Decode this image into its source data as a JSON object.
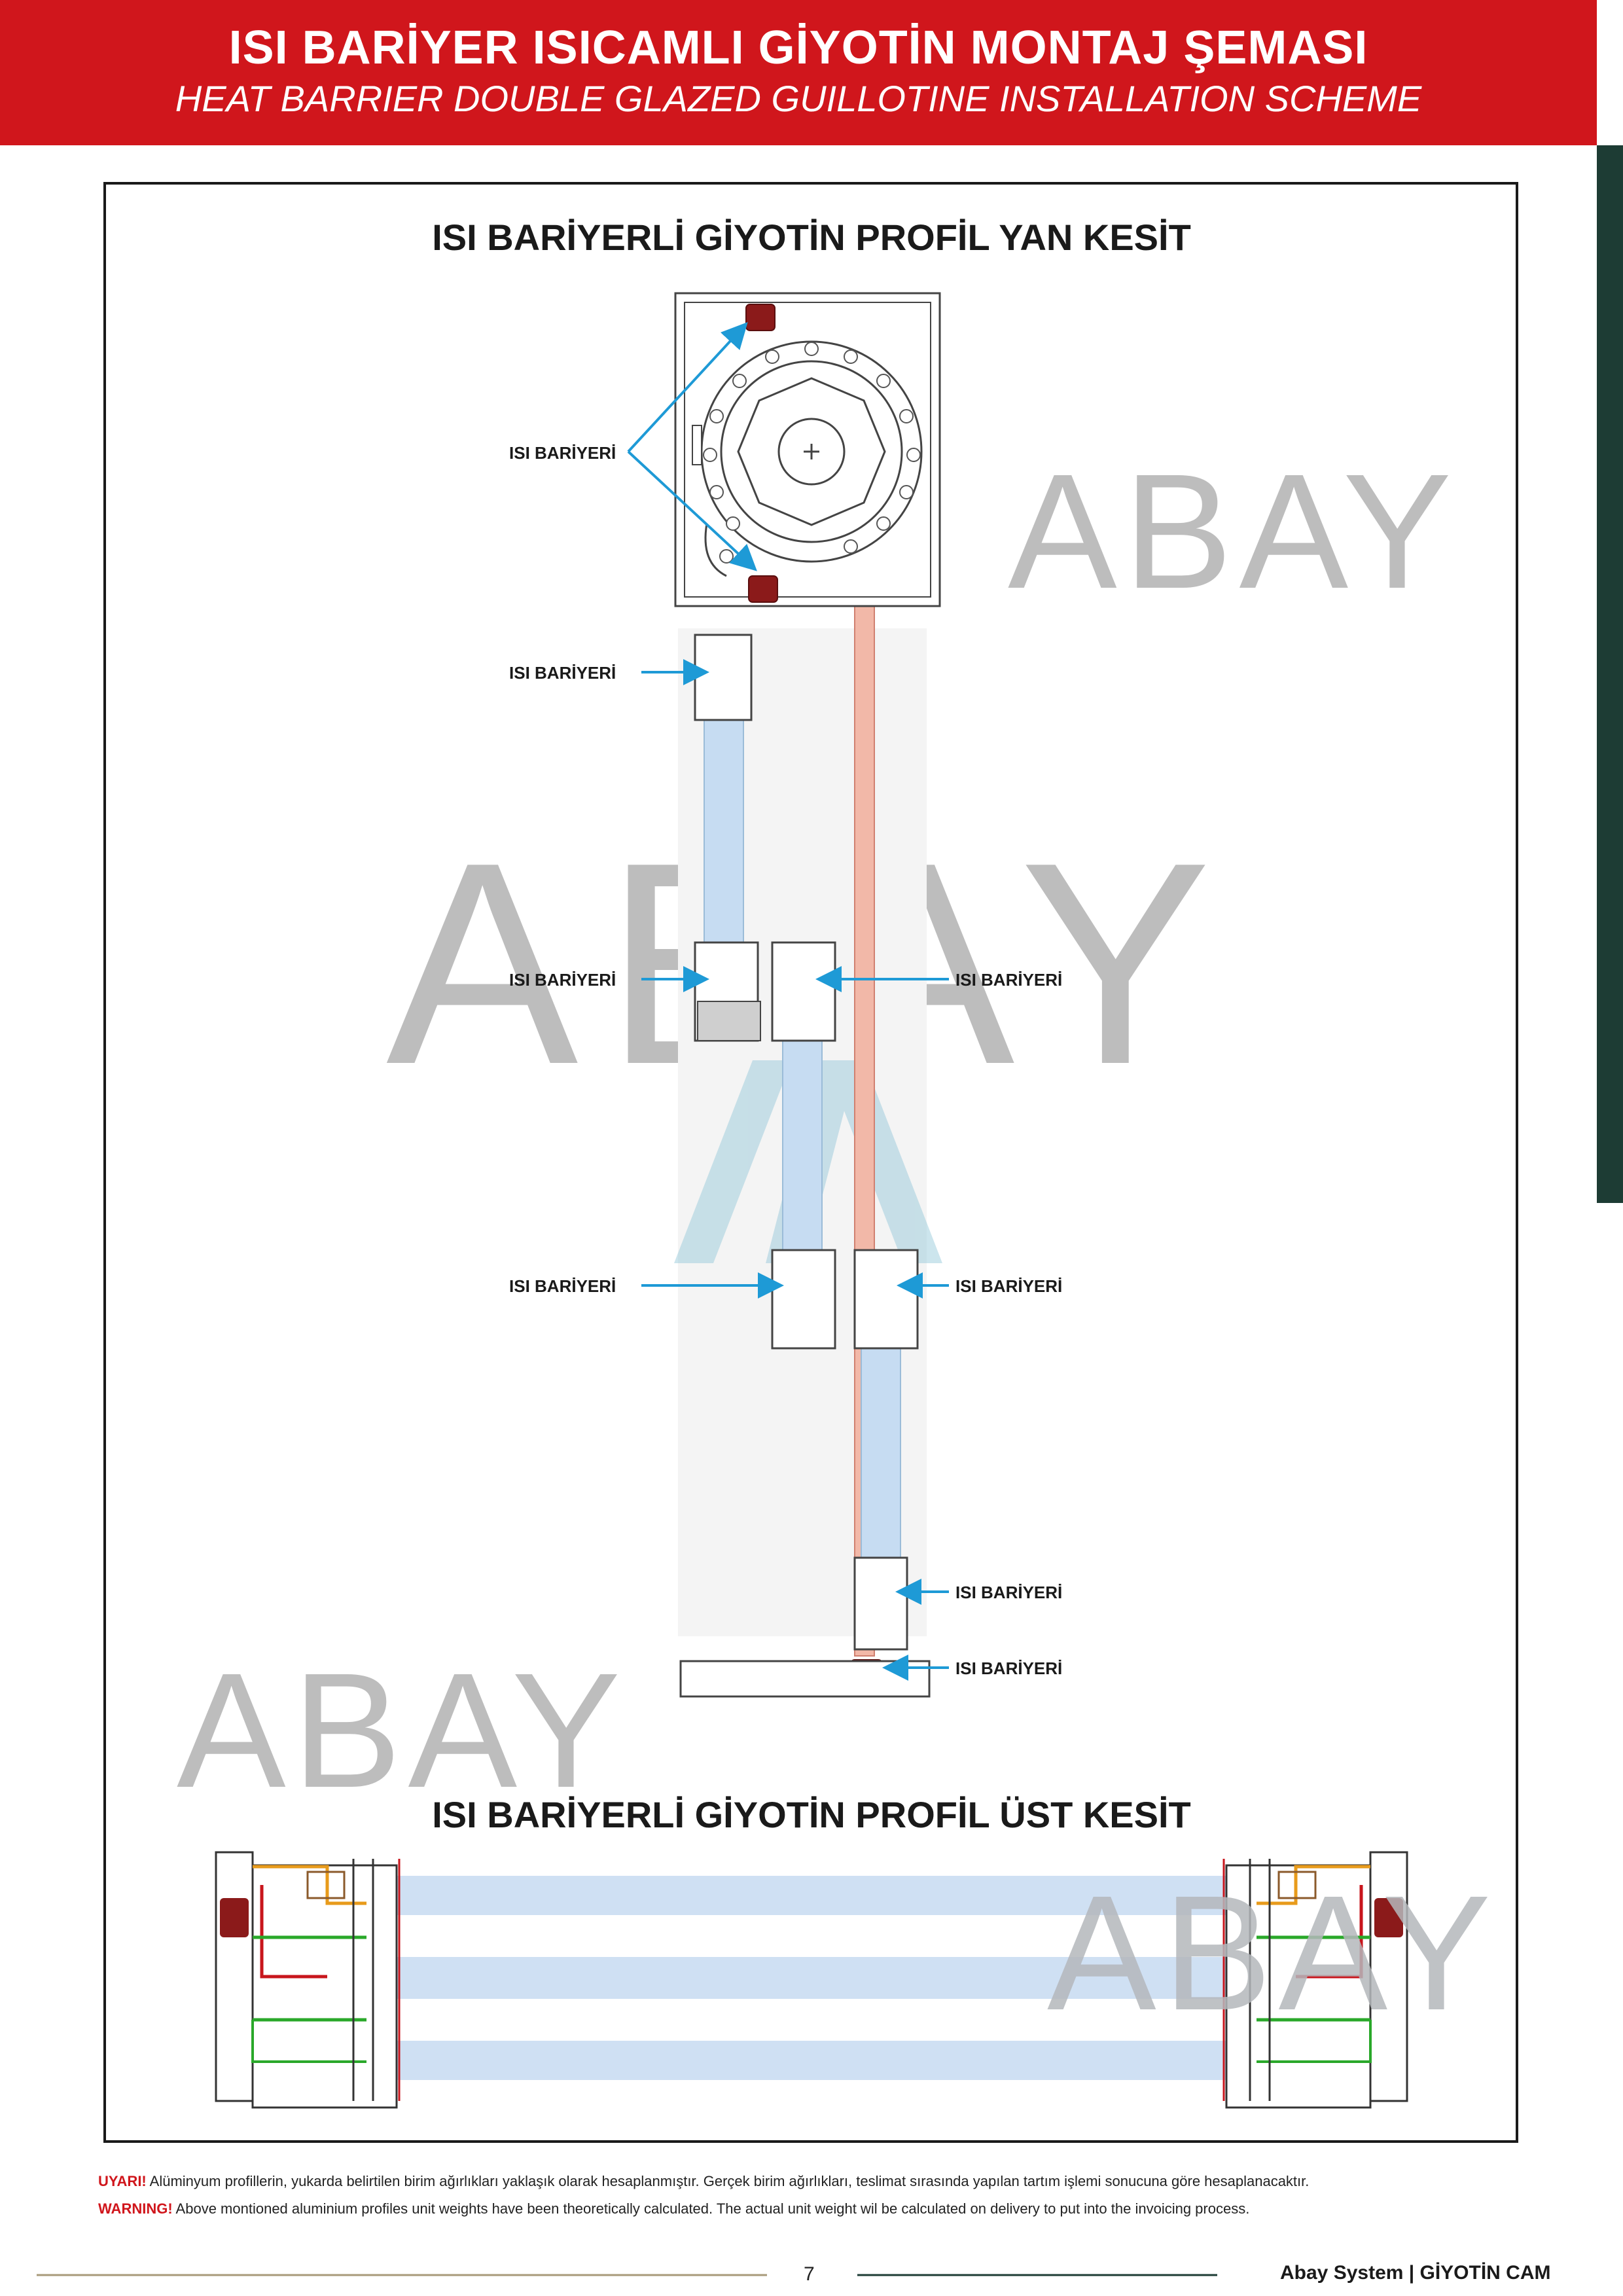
{
  "header": {
    "title_tr": "ISI BARİYER ISICAMLI GİYOTİN MONTAJ ŞEMASI",
    "title_en": "HEAT BARRIER DOUBLE GLAZED GUILLOTINE INSTALLATION SCHEME"
  },
  "sections": {
    "side_title": "ISI BARİYERLİ GİYOTİN PROFİL YAN KESİT",
    "top_title": "ISI BARİYERLİ GİYOTİN PROFİL ÜST KESİT"
  },
  "watermark": "ABAY",
  "callout_label": "ISI BARİYERİ",
  "notes": {
    "warning_tr_label": "UYARI!",
    "warning_tr_text": " Alüminyum profillerin, yukarda belirtilen birim ağırlıkları yaklaşık olarak hesaplanmıştır. Gerçek birim ağırlıkları, teslimat sırasında yapılan tartım işlemi sonucuna göre hesaplanacaktır.",
    "warning_en_label": "WARNING!",
    "warning_en_text": " Above montioned aluminium profiles unit weights have been theoretically calculated. The actual unit weight wil be calculated on delivery to put into the invoicing process."
  },
  "footer": {
    "page_number": "7",
    "brand": "Abay System | GİYOTİN CAM"
  },
  "colors": {
    "header_red": "#d0161c",
    "side_tab_green": "#1d3c34",
    "arrow_blue": "#1e9ad6",
    "glass_blue": "#c6dcf2",
    "barrier_red": "#8b1a1a",
    "watermark_gray": "#bdbdbd"
  }
}
